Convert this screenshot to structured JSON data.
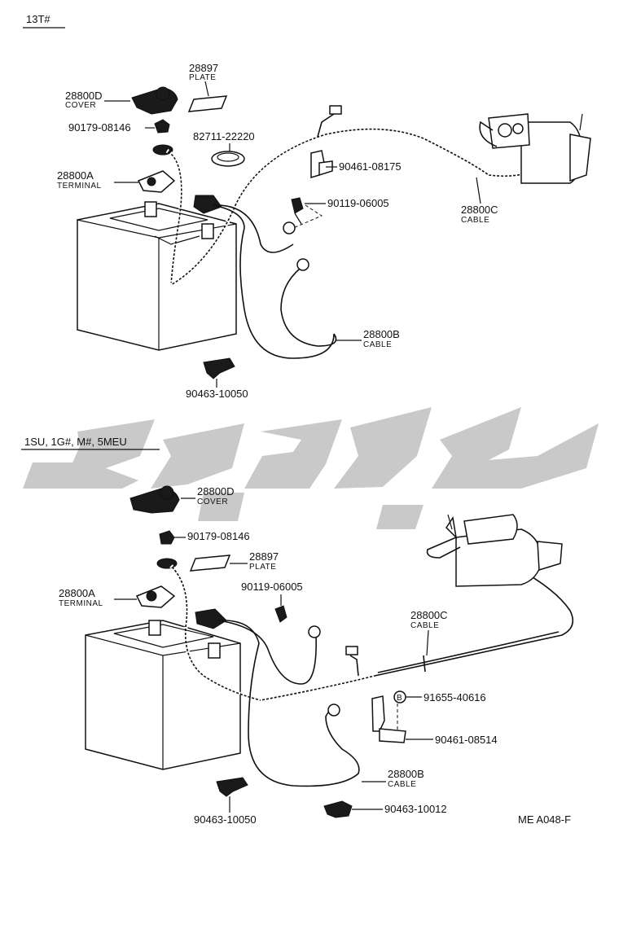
{
  "sections": {
    "top": {
      "title": "13T#"
    },
    "bottom": {
      "title": "1SU, 1G#, M#, 5MEU"
    }
  },
  "top_labels": {
    "plate_num": "28897",
    "plate_name": "PLATE",
    "cover_num": "28800D",
    "cover_name": "COVER",
    "nut_num": "90179-08146",
    "clamp_num": "82711-22220",
    "terminal_num": "28800A",
    "terminal_name": "TERMINAL",
    "bracket_num": "90461-08175",
    "bolt_num": "90119-06005",
    "cable_c_num": "28800C",
    "cable_c_name": "CABLE",
    "cable_b_num": "28800B",
    "cable_b_name": "CABLE",
    "clip_num": "90463-10050"
  },
  "bottom_labels": {
    "cover_num": "28800D",
    "cover_name": "COVER",
    "nut_num": "90179-08146",
    "plate_num": "28897",
    "plate_name": "PLATE",
    "terminal_num": "28800A",
    "terminal_name": "TERMINAL",
    "bolt_num": "90119-06005",
    "cable_c_num": "28800C",
    "cable_c_name": "CABLE",
    "b_marker": "B",
    "screw_num": "91655-40616",
    "bracket_num": "90461-08514",
    "cable_b_num": "28800B",
    "cable_b_name": "CABLE",
    "clip_num": "90463-10050",
    "clip2_num": "90463-10012"
  },
  "footer": {
    "code": "ME A048-F"
  }
}
